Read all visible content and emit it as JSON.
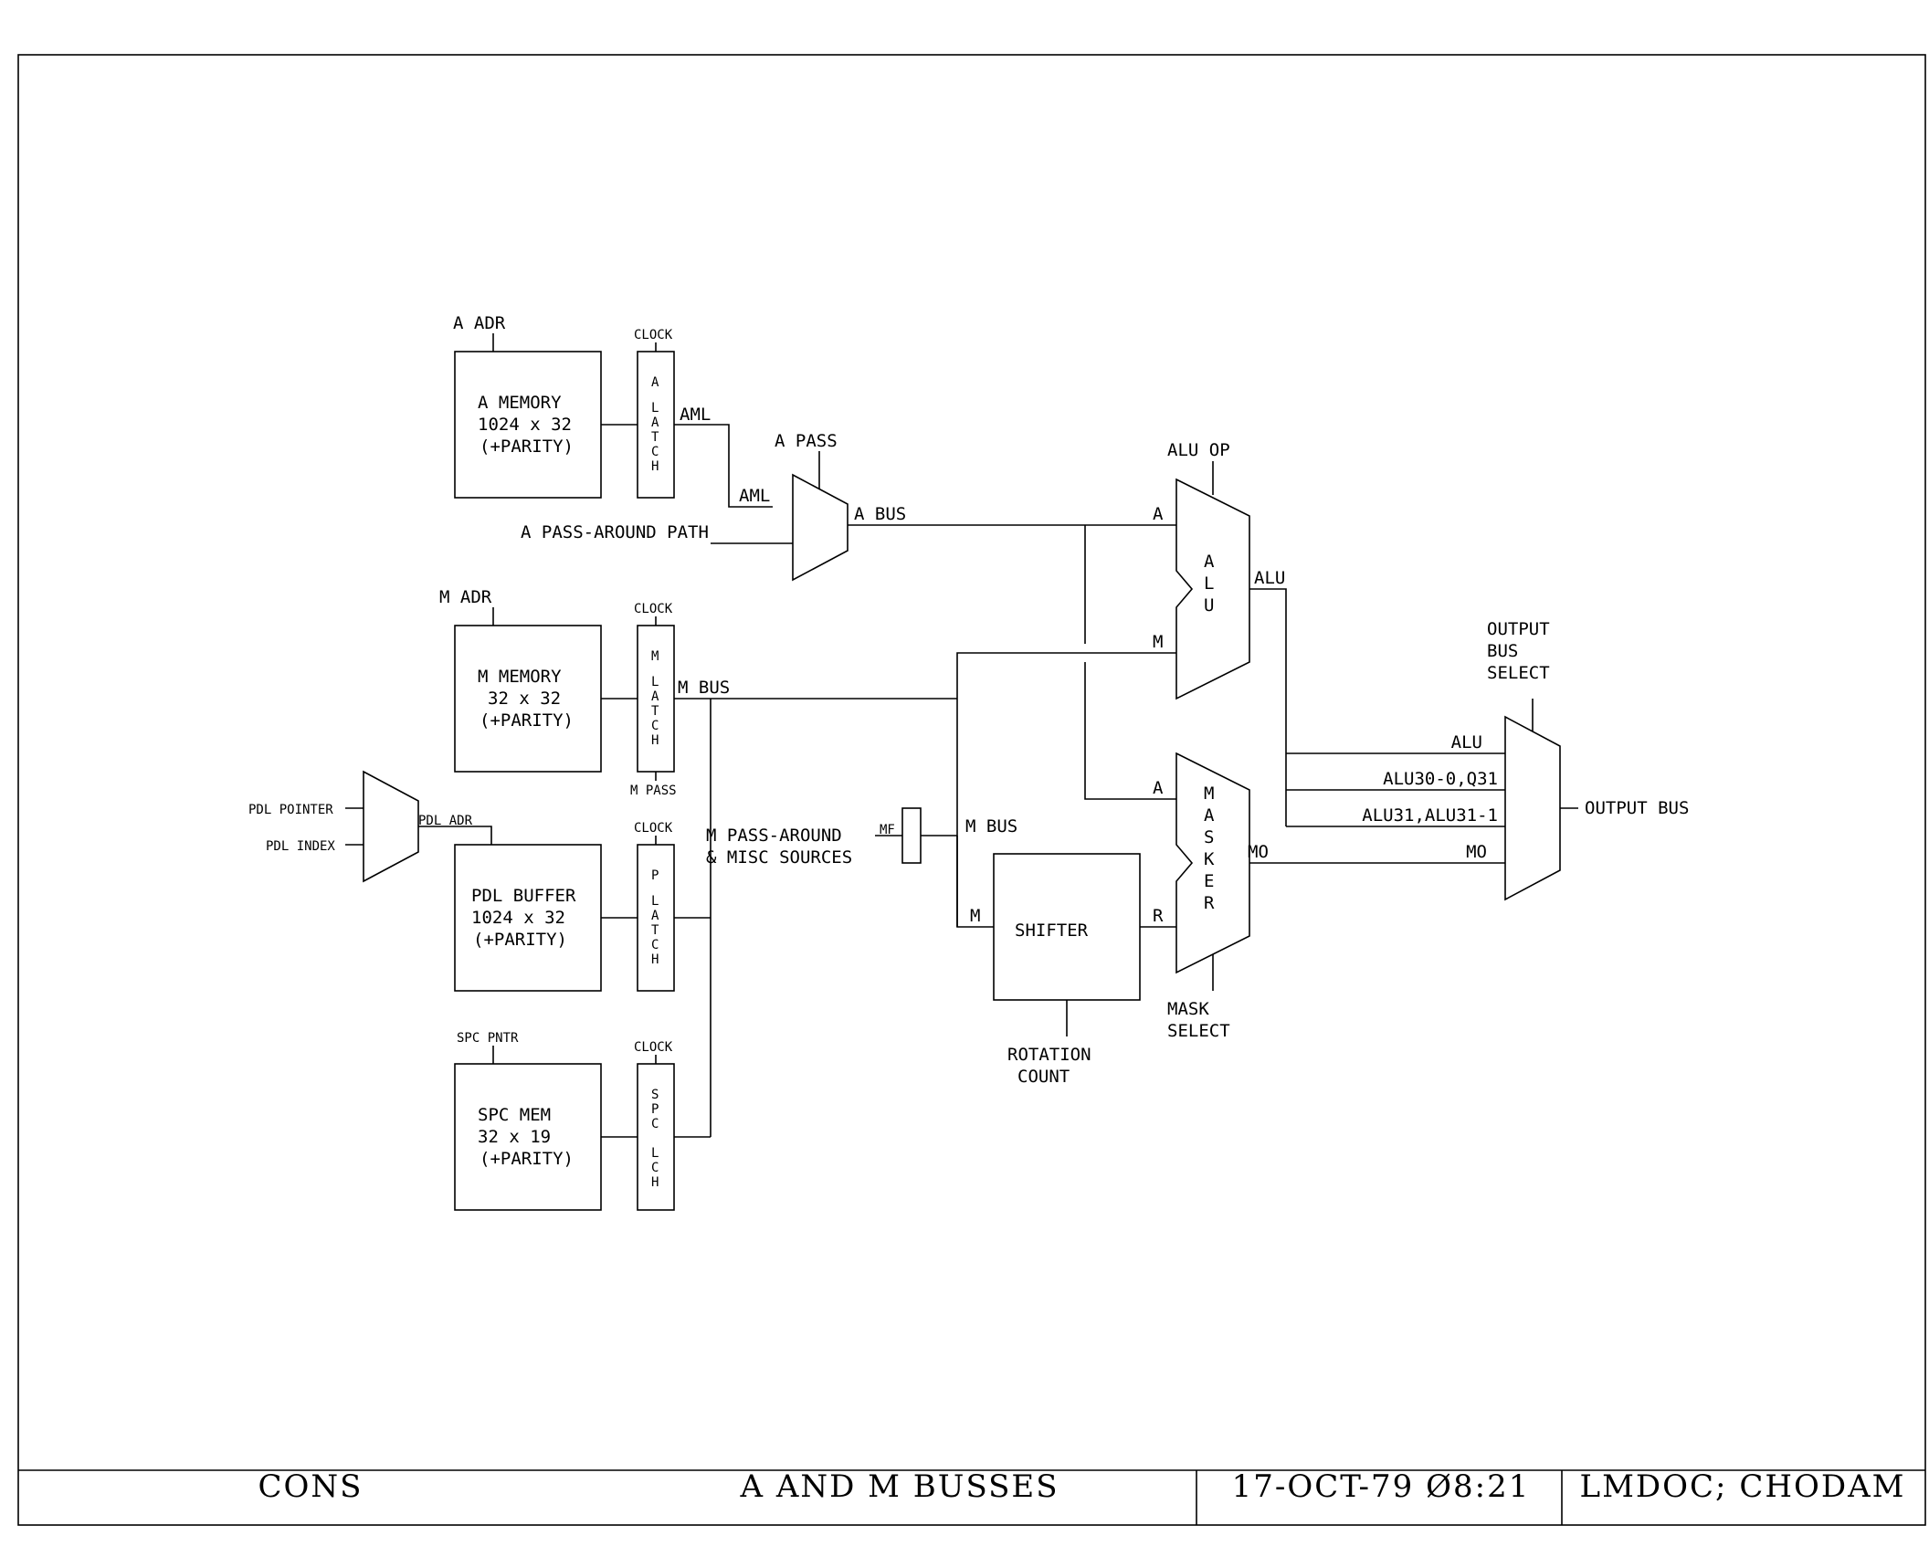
{
  "labels": {
    "a_adr": "A ADR",
    "a_memory_1": "A MEMORY",
    "a_memory_2": "1024 x 32",
    "a_memory_3": "(+PARITY)",
    "clock": "CLOCK",
    "a_latch": [
      "A",
      "L",
      "A",
      "T",
      "C",
      "H"
    ],
    "aml": "AML",
    "a_pass": "A PASS",
    "a_pass_around": "A PASS-AROUND PATH",
    "a_bus": "A BUS",
    "alu_op": "ALU OP",
    "alu_letters": [
      "A",
      "L",
      "U"
    ],
    "port_a": "A",
    "port_m": "M",
    "port_r": "R",
    "alu_out": "ALU",
    "m_adr": "M ADR",
    "m_memory_1": "M MEMORY",
    "m_memory_2": "32 x 32",
    "m_memory_3": "(+PARITY)",
    "m_latch": [
      "M",
      "L",
      "A",
      "T",
      "C",
      "H"
    ],
    "m_bus": "M BUS",
    "m_pass": "M PASS",
    "output_bus_select_1": "OUTPUT",
    "output_bus_select_2": "BUS",
    "output_bus_select_3": "SELECT",
    "mux_in_alu": "ALU",
    "mux_in_alu30": "ALU30-0,Q31",
    "mux_in_alu31": "ALU31,ALU31-1",
    "mux_in_mo": "MO",
    "mo": "MO",
    "output_bus": "OUTPUT BUS",
    "pdl_pointer": "PDL POINTER",
    "pdl_index": "PDL INDEX",
    "pdl_adr": "PDL ADR",
    "pdl_buffer_1": "PDL BUFFER",
    "pdl_buffer_2": "1024 x 32",
    "pdl_buffer_3": "(+PARITY)",
    "p_latch": [
      "P",
      "L",
      "A",
      "T",
      "C",
      "H"
    ],
    "m_pass_around_1": "M PASS-AROUND",
    "m_pass_around_2": "& MISC SOURCES",
    "mf": "MF",
    "m_bus_2": "M BUS",
    "shifter": "SHIFTER",
    "masker_letters": [
      "M",
      "A",
      "S",
      "K",
      "E",
      "R"
    ],
    "mask_select_1": "MASK",
    "mask_select_2": "SELECT",
    "rotation_count_1": "ROTATION",
    "rotation_count_2": "COUNT",
    "spc_pntr": "SPC PNTR",
    "spc_mem_1": "SPC MEM",
    "spc_mem_2": "32 x 19",
    "spc_mem_3": "(+PARITY)",
    "spc_latch": [
      "S",
      "P",
      "C",
      "",
      "L",
      "C",
      "H"
    ]
  },
  "title_block": {
    "project": "CONS",
    "title": "A AND M BUSSES",
    "date": "17-OCT-79 Ø8:21",
    "file": "LMDOC; CHODAM"
  }
}
